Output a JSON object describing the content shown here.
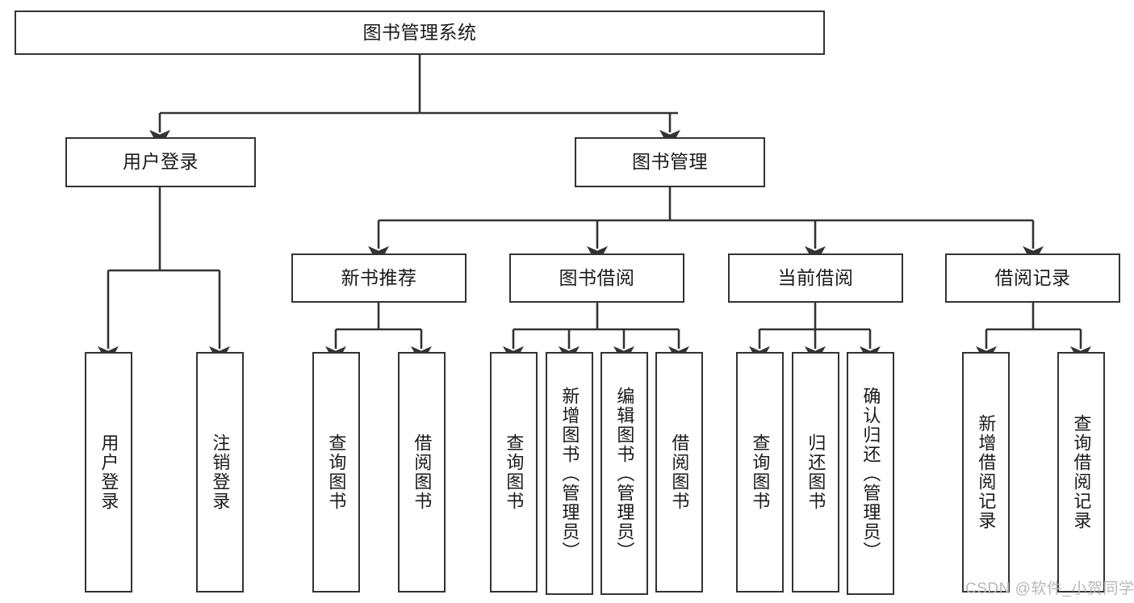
{
  "diagram": {
    "title": "图书管理系统",
    "type": "tree-hierarchy",
    "stroke_color": "#333333",
    "node_fill": "#ffffff",
    "text_color": "#1a1a1a",
    "watermark": "CSDN @软件_小贺同学",
    "watermark_color": "#b9b9b9"
  },
  "nodes": {
    "root": {
      "label": "图书管理系统"
    },
    "level2": [
      {
        "id": "user-login",
        "label": "用户登录"
      },
      {
        "id": "book-manage",
        "label": "图书管理"
      }
    ],
    "level3": [
      {
        "id": "new-book-rec",
        "label": "新书推荐"
      },
      {
        "id": "book-borrow",
        "label": "图书借阅"
      },
      {
        "id": "current-borrow",
        "label": "当前借阅"
      },
      {
        "id": "borrow-record",
        "label": "借阅记录"
      }
    ],
    "leaves": {
      "user-login": [
        {
          "id": "leaf-user-login",
          "label": "用户登录"
        },
        {
          "id": "leaf-logout",
          "label": "注销登录"
        }
      ],
      "new-book-rec": [
        {
          "id": "leaf-query-book-1",
          "label": "查询图书"
        },
        {
          "id": "leaf-borrow-book-1",
          "label": "借阅图书"
        }
      ],
      "book-borrow": [
        {
          "id": "leaf-query-book-2",
          "label": "查询图书"
        },
        {
          "id": "leaf-add-book",
          "label": "新增图书（管理员）"
        },
        {
          "id": "leaf-edit-book",
          "label": "编辑图书（管理员）"
        },
        {
          "id": "leaf-borrow-book-2",
          "label": "借阅图书"
        }
      ],
      "current-borrow": [
        {
          "id": "leaf-query-book-3",
          "label": "查询图书"
        },
        {
          "id": "leaf-return-book",
          "label": "归还图书"
        },
        {
          "id": "leaf-confirm-return",
          "label": "确认归还（管理员）"
        }
      ],
      "borrow-record": [
        {
          "id": "leaf-add-record",
          "label": "新增借阅记录"
        },
        {
          "id": "leaf-query-record",
          "label": "查询借阅记录"
        }
      ]
    }
  }
}
